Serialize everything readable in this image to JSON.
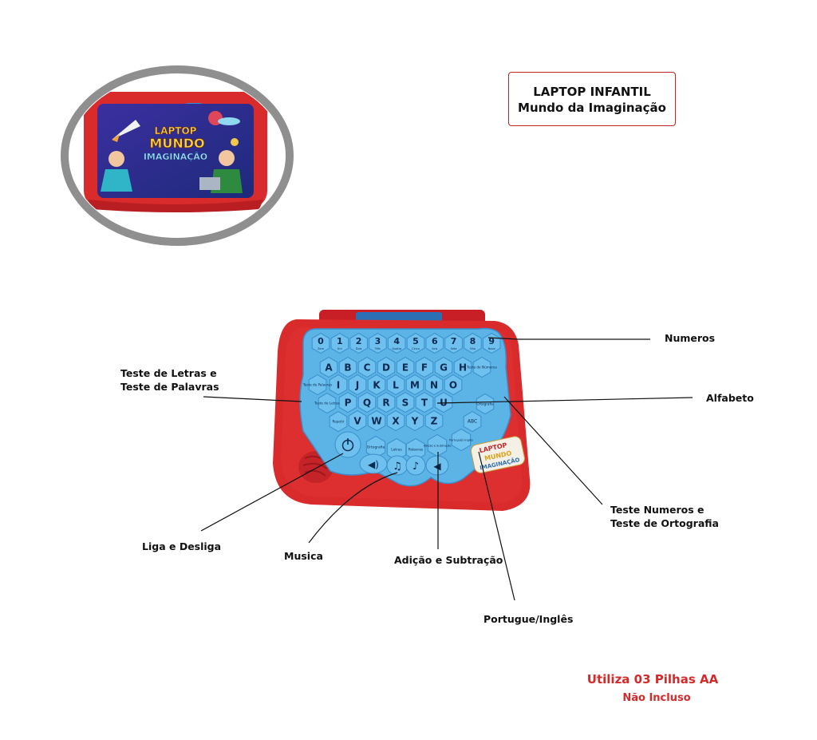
{
  "title": {
    "line1": "LAPTOP INFANTIL",
    "line2": "Mundo da Imaginação"
  },
  "inset": {
    "screen_logo": [
      "LAPTOP",
      "MUNDO",
      "IMAGINAÇÃO"
    ]
  },
  "keyboard": {
    "digits": [
      "0",
      "1",
      "2",
      "3",
      "4",
      "5",
      "6",
      "7",
      "8",
      "9"
    ],
    "digit_words": [
      "Zero",
      "Um",
      "Dois",
      "Três",
      "Quatro",
      "Cinco",
      "Seis",
      "Sete",
      "Oito",
      "Nove"
    ],
    "row1": [
      "A",
      "B",
      "C",
      "D",
      "E",
      "F",
      "G",
      "H"
    ],
    "row2": [
      "I",
      "J",
      "K",
      "L",
      "M",
      "N",
      "O"
    ],
    "row3": [
      "P",
      "Q",
      "R",
      "S",
      "T",
      "U"
    ],
    "row4": [
      "V",
      "W",
      "X",
      "Y",
      "Z"
    ],
    "left_labels": [
      "Teste de Palavras",
      "Teste de Letras",
      "Repetir"
    ],
    "right_labels": [
      "Teste de Números",
      "Ortografia",
      "ABC"
    ],
    "function_keys": [
      "Ortografia",
      "Letras",
      "Palavras",
      "Adição e Subtração",
      "Português Inglês"
    ],
    "sticker": [
      "LAPTOP",
      "MUNDO",
      "IMAGINAÇÃO"
    ]
  },
  "labels": {
    "numeros": "Numeros",
    "teste_letras_1": "Teste de Letras e",
    "teste_letras_2": "Teste de Palavras",
    "alfabeto": "Alfabeto",
    "teste_numeros_1": "Teste Numeros e",
    "teste_numeros_2": "Teste de Ortografia",
    "liga": "Liga e Desliga",
    "musica": "Musica",
    "adicao": "Adição e Subtração",
    "portugues": "Portugue/Inglês"
  },
  "footer": {
    "line1": "Utiliza 03 Pilhas AA",
    "line2": "Não Incluso"
  },
  "colors": {
    "accent": "#c0252a",
    "body": "#d92b2b",
    "keys": "#5bb3e6",
    "ring": "#8f8f8f"
  }
}
